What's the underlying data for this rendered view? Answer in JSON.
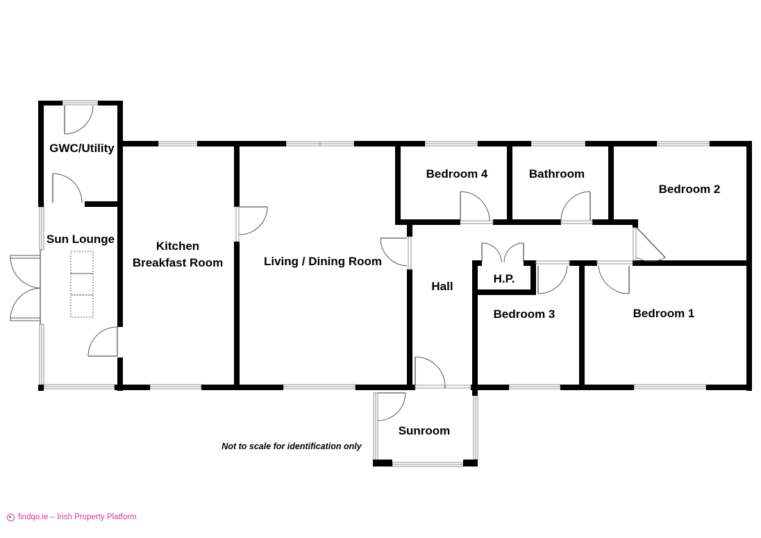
{
  "plan": {
    "rooms": {
      "gwc_utility": "GWC/Utility",
      "sun_lounge": "Sun Lounge",
      "kitchen_line1": "Kitchen",
      "kitchen_line2": "Breakfast Room",
      "living_dining": "Living / Dining Room",
      "bedroom_4": "Bedroom 4",
      "bathroom": "Bathroom",
      "bedroom_2": "Bedroom 2",
      "hall": "Hall",
      "hp": "H.P.",
      "bedroom_3": "Bedroom 3",
      "bedroom_1": "Bedroom 1",
      "sunroom": "Sunroom"
    },
    "note": "Not to scale for identification only"
  },
  "watermark": {
    "text": "findqo.ie – Irish Property Platform",
    "color": "#d4398f"
  }
}
